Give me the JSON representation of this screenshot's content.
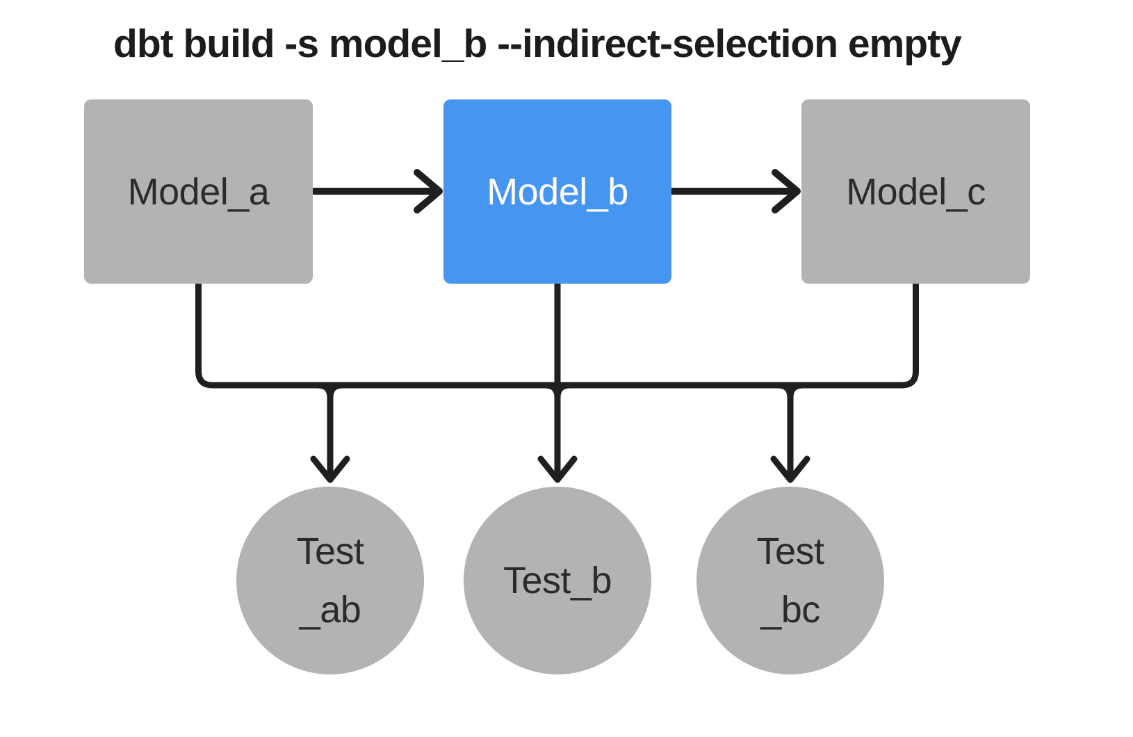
{
  "title": "dbt build -s model_b --indirect-selection empty",
  "colors": {
    "background": "#ffffff",
    "selected": "#4695f1",
    "unselected": "#b3b3b3",
    "line": "#1f1f1f",
    "title_text": "#1b1c1e",
    "node_text": "#2b2b2b",
    "selected_text": "#ffffff"
  },
  "nodes": {
    "models": [
      {
        "id": "model_a",
        "label": "Model_a",
        "state": "unselected",
        "shape": "square"
      },
      {
        "id": "model_b",
        "label": "Model_b",
        "state": "selected",
        "shape": "square"
      },
      {
        "id": "model_c",
        "label": "Model_c",
        "state": "unselected",
        "shape": "square"
      }
    ],
    "tests": [
      {
        "id": "test_ab",
        "label_lines": [
          "Test",
          "_ab"
        ],
        "state": "unselected",
        "shape": "circle"
      },
      {
        "id": "test_b",
        "label_lines": [
          "Test_b"
        ],
        "state": "unselected",
        "shape": "circle"
      },
      {
        "id": "test_bc",
        "label_lines": [
          "Test",
          "_bc"
        ],
        "state": "unselected",
        "shape": "circle"
      }
    ]
  },
  "edges": [
    {
      "from": "model_a",
      "to": "model_b"
    },
    {
      "from": "model_b",
      "to": "model_c"
    },
    {
      "from": "model_a",
      "to": "test_ab"
    },
    {
      "from": "model_b",
      "to": "test_ab"
    },
    {
      "from": "model_b",
      "to": "test_b"
    },
    {
      "from": "model_b",
      "to": "test_bc"
    },
    {
      "from": "model_c",
      "to": "test_bc"
    }
  ]
}
